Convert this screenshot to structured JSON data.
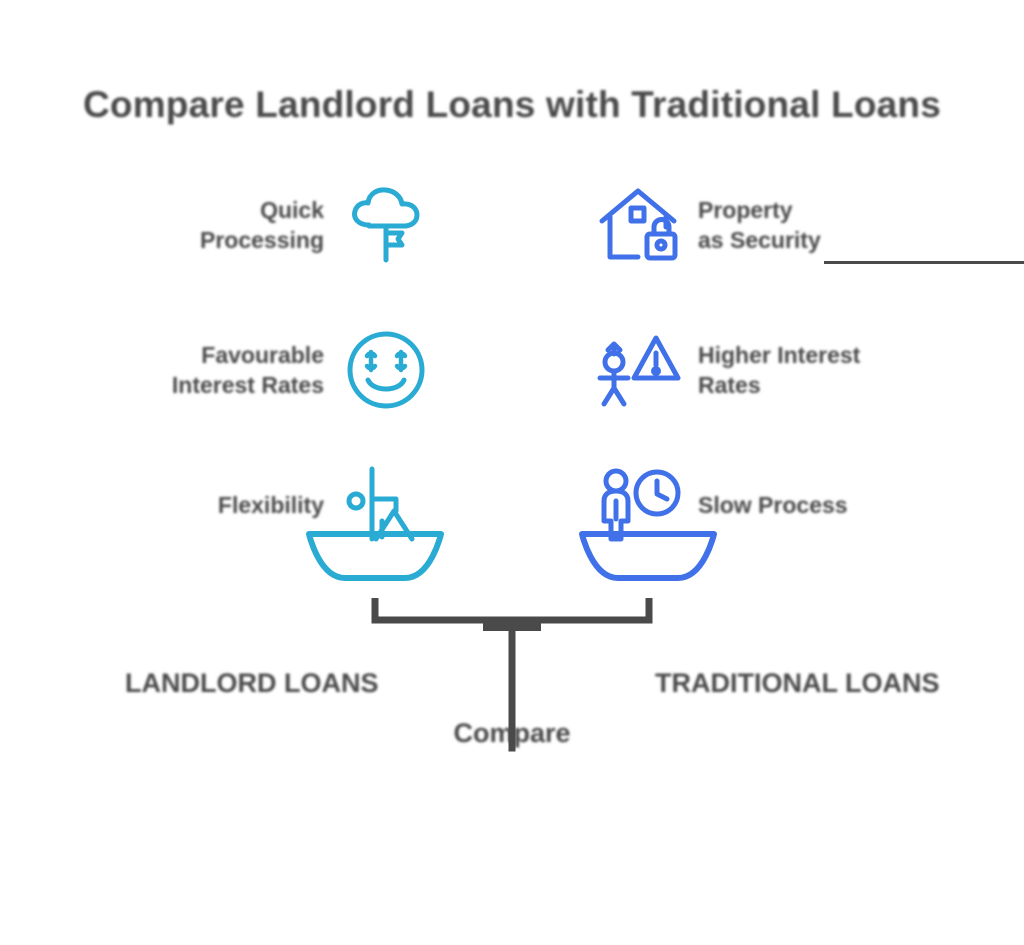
{
  "title": "Compare Landlord Loans with Traditional Loans",
  "colors": {
    "left_accent": "#29abd4",
    "right_accent": "#4171e8",
    "text": "#4a4a4a",
    "beam": "#4a4a4a",
    "background": "#ffffff"
  },
  "rows": [
    {
      "left": {
        "label": "Quick\nProcessing",
        "icon": "cloud-flag-icon"
      },
      "right": {
        "label": "Property\nas Security",
        "icon": "house-lock-icon"
      }
    },
    {
      "left": {
        "label": "Favourable\nInterest Rates",
        "icon": "money-smiley-icon"
      },
      "right": {
        "label": "Higher Interest\nRates",
        "icon": "person-warning-icon"
      }
    },
    {
      "left": {
        "label": "Flexibility",
        "icon": "flexibility-yoga-icon"
      },
      "right": {
        "label": "Slow Process",
        "icon": "person-clock-icon"
      }
    }
  ],
  "scale": {
    "left_category": "LANDLORD LOANS",
    "right_category": "TRADITIONAL LOANS",
    "center_label": "Compare"
  }
}
